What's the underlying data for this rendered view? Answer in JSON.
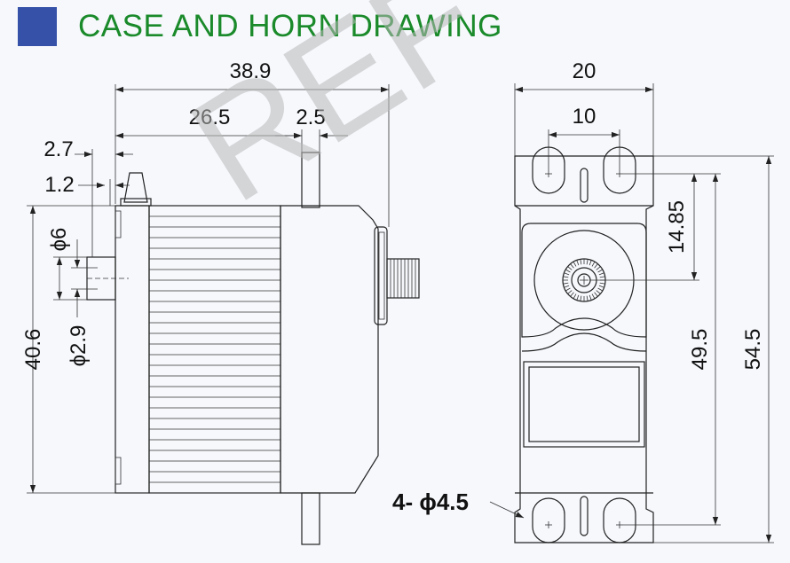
{
  "header": {
    "title": "CASE AND HORN DRAWING",
    "accent_color": "#3552a8",
    "title_color": "#1a8a2a"
  },
  "watermark": "REF",
  "side_view": {
    "overall_length": "38.9",
    "body_length": "26.5",
    "spline_offset": "2.5",
    "tab_offset": "2.7",
    "tab_thickness": "1.2",
    "boss_diameter": "6",
    "hole_diameter": "2.9",
    "height": "40.6",
    "diameter_symbol": "ϕ"
  },
  "front_view": {
    "overall_width": "20",
    "hole_spacing_width": "10",
    "horn_to_top": "14.85",
    "hole_spacing_height": "49.5",
    "overall_height": "54.5",
    "mount_hole_callout": "4- ϕ4.5"
  }
}
